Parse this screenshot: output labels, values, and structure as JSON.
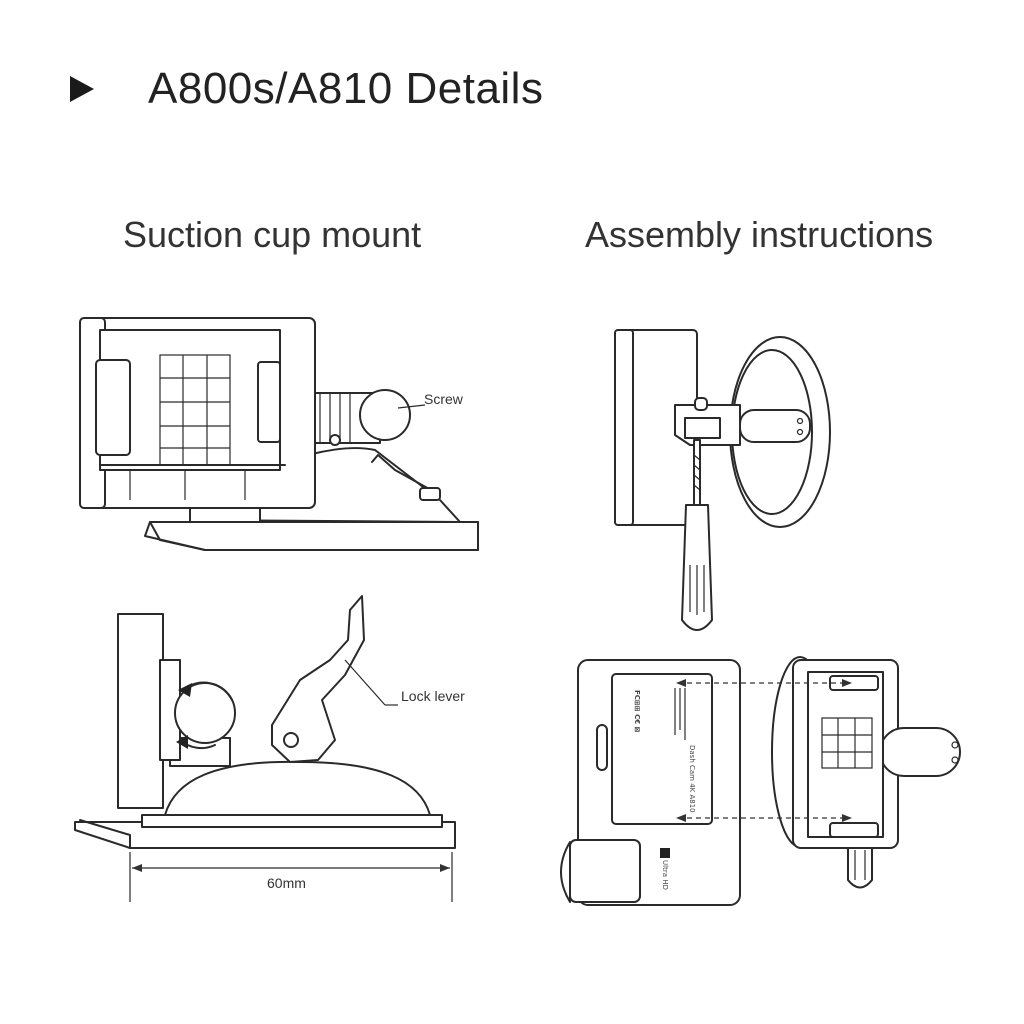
{
  "header": {
    "title": "A800s/A810 Details"
  },
  "sections": {
    "left_title": "Suction cup mount",
    "right_title": "Assembly instructions"
  },
  "labels": {
    "screw": "Screw",
    "lock_lever": "Lock lever",
    "width": "60mm"
  },
  "device": {
    "cert": "FC⊞⊞ C€ ⊠",
    "model": "Dash Cam 4K A810",
    "badge": "Ultra HD",
    "badge_icon": "4K"
  }
}
